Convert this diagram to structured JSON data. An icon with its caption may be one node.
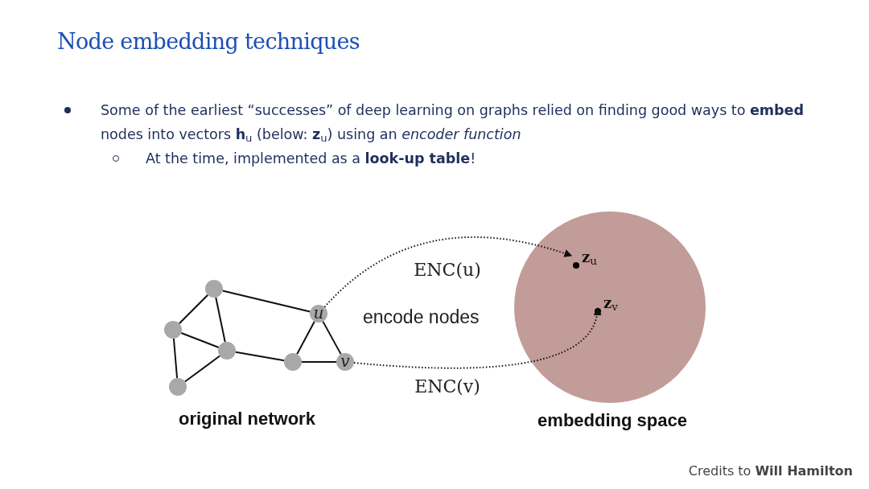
{
  "diagram": {
    "title": "Node embedding techniques",
    "nodes": [
      {
        "text": [],
        "shape": "circle"
      },
      {
        "text": [],
        "shape": "circle"
      },
      {
        "text": [],
        "shape": "circle"
      },
      {
        "text": [],
        "shape": "circle"
      },
      {
        "text": [],
        "shape": "circle"
      },
      {
        "text": [
          "u"
        ]
      },
      {
        "text": [
          "v"
        ]
      },
      {
        "text": [
          "embedding space"
        ]
      },
      {
        "text": [
          "**z**$_{u}$"
        ],
        "in": 7
      },
      {
        "text": [
          "**z**$_{v}$"
        ],
        "in": 7
      }
    ],
    "edges": [
      {
        "from": 0,
        "to": 1,
        "arrow": "none"
      },
      {
        "from": 0,
        "to": 2,
        "arrow": "none"
      },
      {
        "from": 0,
        "to": 5,
        "arrow": "none"
      },
      {
        "from": 1,
        "to": 2,
        "arrow": "none"
      },
      {
        "from": 1,
        "to": 3,
        "arrow": "none"
      },
      {
        "from": 2,
        "to": 3,
        "arrow": "none"
      },
      {
        "from": 2,
        "to": 4,
        "arrow": "none"
      },
      {
        "from": 4,
        "to": 5,
        "arrow": "none"
      },
      {
        "from": 4,
        "to": 6,
        "arrow": "none"
      },
      {
        "from": 5,
        "to": 6,
        "arrow": "none"
      },
      {
        "from": 5,
        "to": 8,
        "arrow": "to",
        "label": "ENC(u)",
        "style": "dashed"
      },
      {
        "from": 6,
        "to": 9,
        "arrow": "to",
        "label": "ENC(v)",
        "style": "dashed"
      }
    ],
    "labels": [
      "Some of the earliest “successes” of deep learning on graphs relied on finding good ways to **embed** nodes into vectors **h**$_{u}$ (below: **z**$_{u}$) using an *encoder function*",
      "At the time, implemented as a **look-up table**!",
      "encode nodes",
      "original network",
      "Credits to **Will Hamilton**"
    ]
  }
}
